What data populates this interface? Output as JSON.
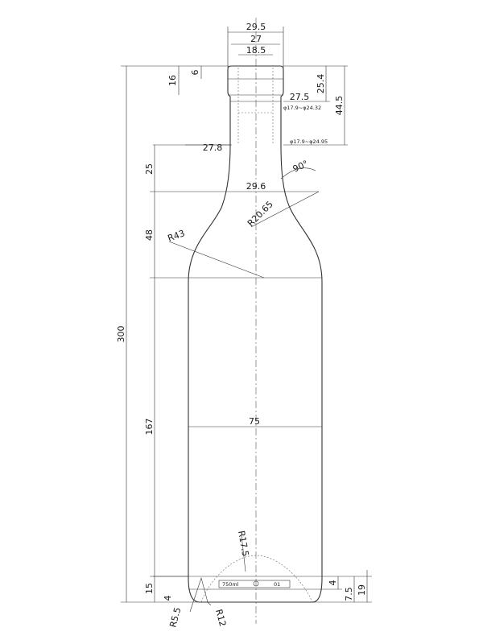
{
  "dimensions": {
    "total_height": "300",
    "body_height": "167",
    "shoulder_height": "48",
    "neck_height": "25",
    "base_height": "15",
    "base_step": "4",
    "finish_height": "16",
    "finish_band": "6",
    "finish_width": "29.5",
    "bore_width": "27",
    "inner_bore": "18.5",
    "neck_width_upper": "27.5",
    "neck_width_lower": "27.8",
    "neck_base_width": "29.6",
    "body_width": "75",
    "right_top_25": "25.4",
    "right_top_44": "44.5",
    "right_bottom_19": "19",
    "right_bottom_7": "7.5",
    "right_bottom_4": "4",
    "bore_tol_upper": "φ17.9~φ24.32",
    "bore_tol_lower": "φ17.9~φ24.95",
    "angle": "90°",
    "shoulder_radius": "R20.65",
    "curve_radius": "R43",
    "punt_radius": "R17.5",
    "heel_radius": "R5.5",
    "heel_radius2": "R12",
    "bottom_marking": "750ml",
    "bottom_code": "01"
  }
}
